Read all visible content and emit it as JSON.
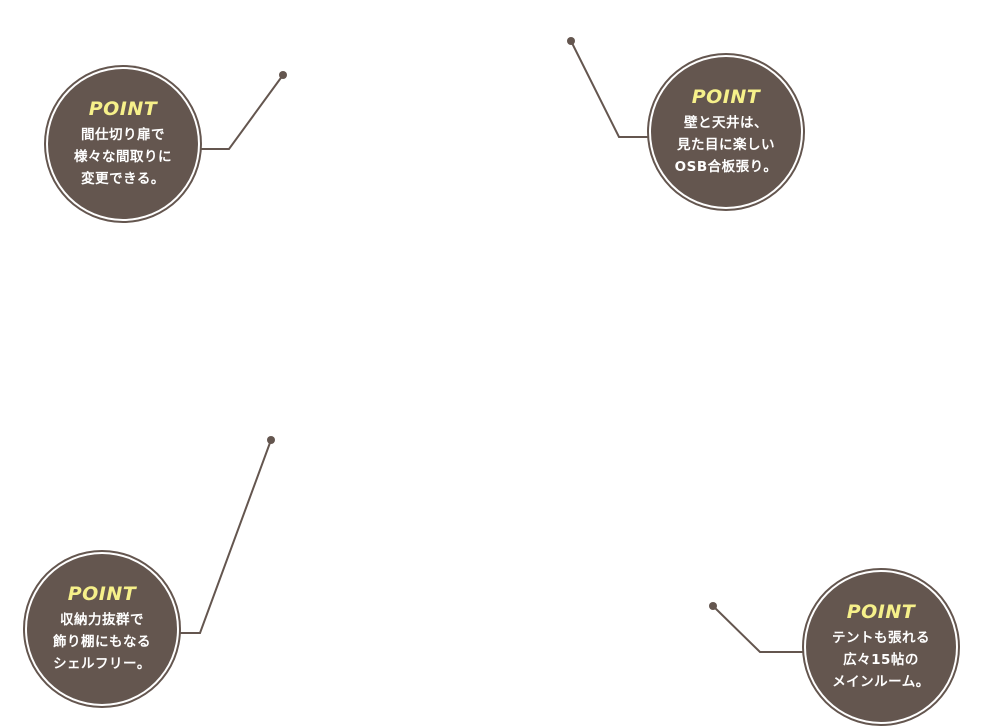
{
  "colors": {
    "badge_bg": "#64564f",
    "label": "#f6f08a",
    "text": "#ffffff",
    "leader": "#64564f"
  },
  "points": [
    {
      "label": "POINT",
      "lines": [
        "間仕切り扉で",
        "様々な間取りに",
        "変更できる。"
      ]
    },
    {
      "label": "POINT",
      "lines": [
        "壁と天井は、",
        "見た目に楽しい",
        "OSB合板張り。"
      ]
    },
    {
      "label": "POINT",
      "lines": [
        "収納力抜群で",
        "飾り棚にもなる",
        "シェルフリー。"
      ]
    },
    {
      "label": "POINT",
      "lines": [
        "テントも張れる",
        "広々15帖の",
        "メインルーム。"
      ]
    }
  ]
}
